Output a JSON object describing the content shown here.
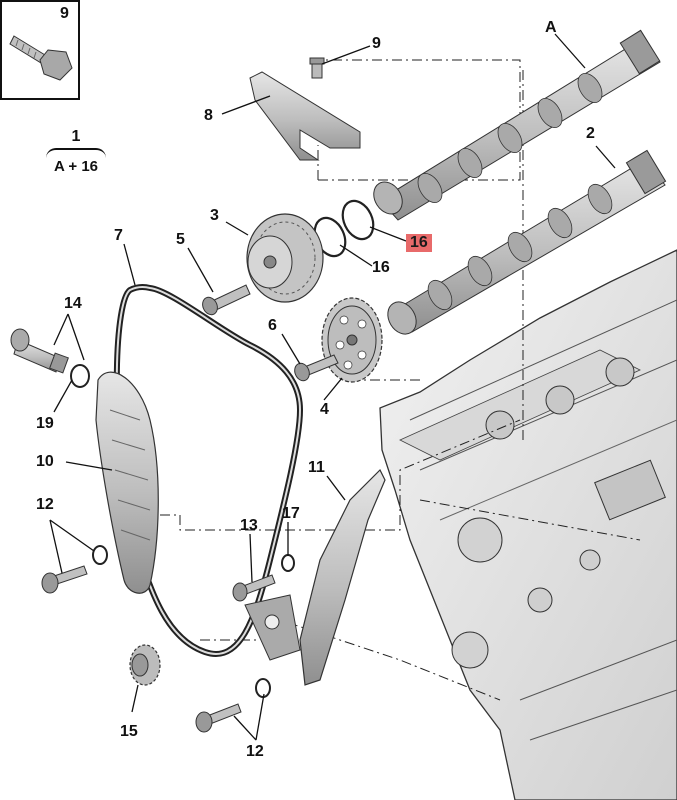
{
  "callouts": {
    "c9_inset": "9",
    "c9": "9",
    "cA": "A",
    "c8": "8",
    "c2": "2",
    "c3": "3",
    "c7": "7",
    "c5": "5",
    "c16_highlight": "16",
    "c16": "16",
    "c14": "14",
    "c6": "6",
    "c4": "4",
    "c19": "19",
    "c10": "10",
    "c11": "11",
    "c12_left": "12",
    "c13": "13",
    "c17": "17",
    "c15": "15",
    "c12_bottom": "12"
  },
  "formula": {
    "numerator": "1",
    "denominator": "A + 16"
  },
  "colors": {
    "highlight": "#e86a6a",
    "part_fill": "#c9c9c9",
    "part_dark": "#8e8e8e",
    "line": "#111111"
  }
}
